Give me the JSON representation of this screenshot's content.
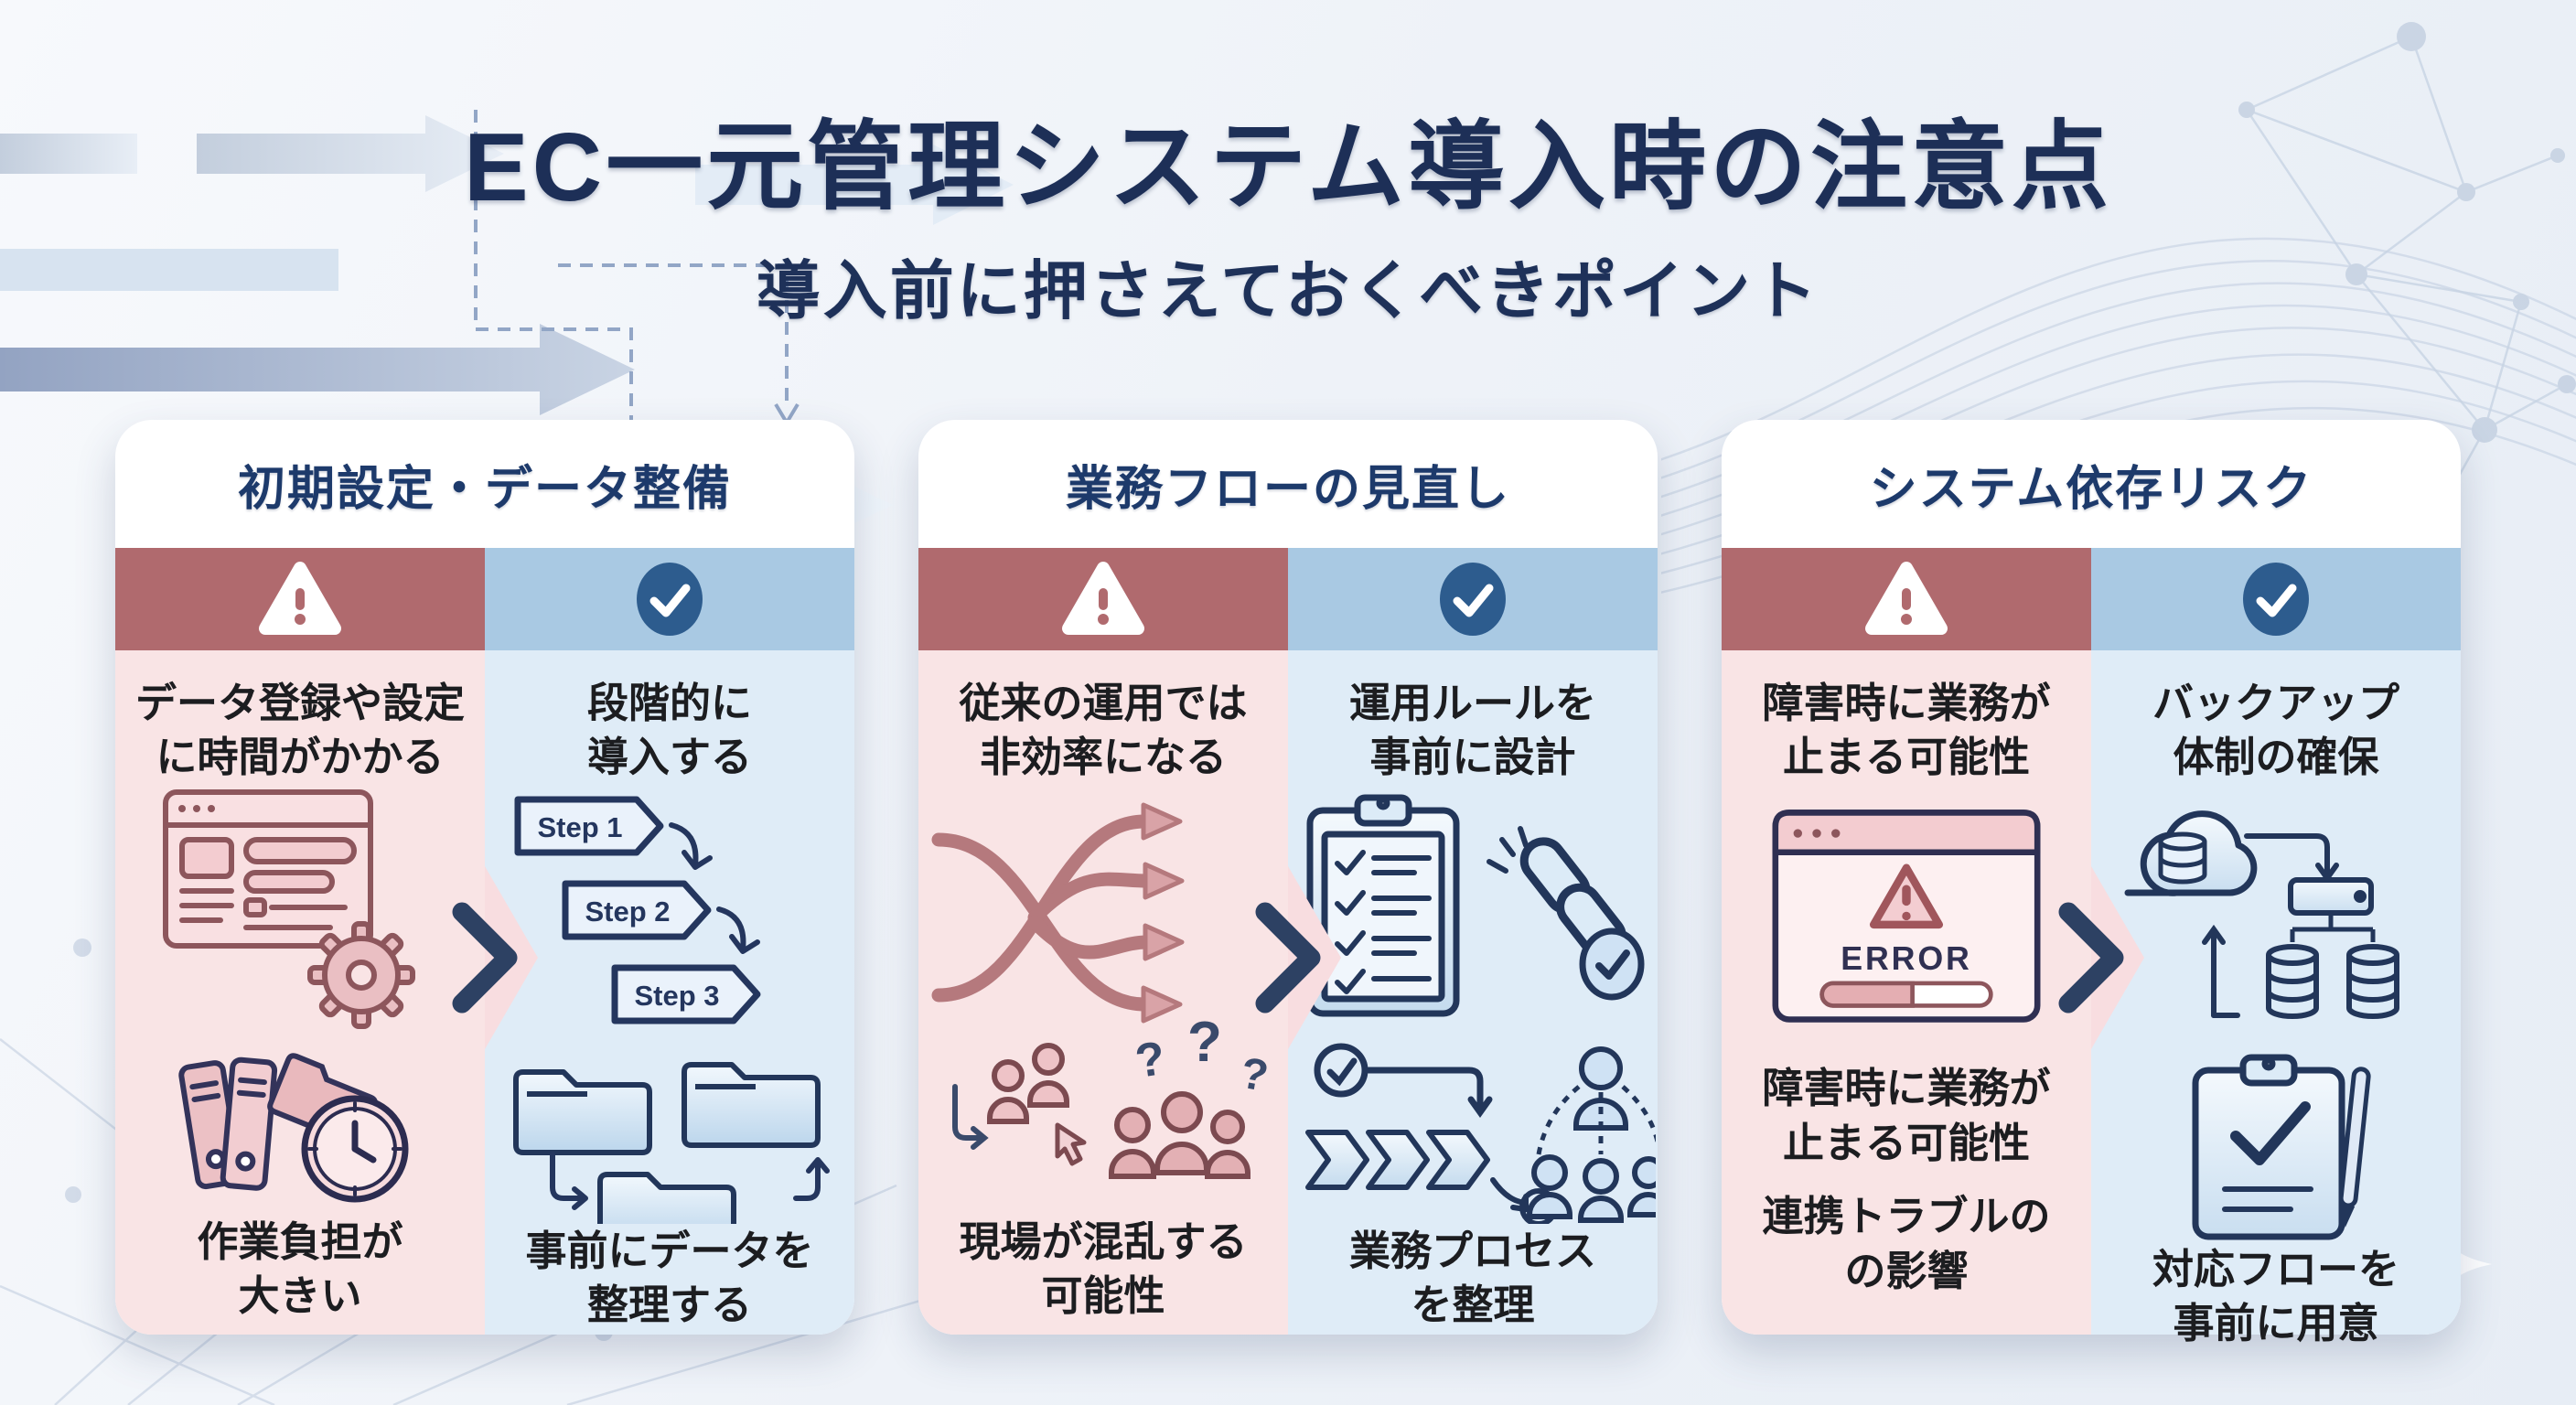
{
  "page": {
    "title": "EC一元管理システム導入時の注意点",
    "subtitle": "導入前に押さえておくべきポイント"
  },
  "labels": {
    "step1": "Step 1",
    "step2": "Step 2",
    "step3": "Step 3",
    "error": "ERROR"
  },
  "cards": [
    {
      "header": "初期設定・データ整備",
      "left": {
        "top": "データ登録や設定\nに時間がかかる",
        "bottom": "作業負担が\n大きい"
      },
      "right": {
        "top": "段階的に\n導入する",
        "bottom": "事前にデータを\n整理する"
      }
    },
    {
      "header": "業務フローの見直し",
      "left": {
        "top": "従来の運用では\n非効率になる",
        "bottom": "現場が混乱する\n可能性"
      },
      "right": {
        "top": "運用ルールを\n事前に設計",
        "bottom": "業務プロセス\nを整理"
      }
    },
    {
      "header": "システム依存リスク",
      "left": {
        "top": "障害時に業務が\n止まる可能性",
        "mid": "障害時に業務が\n止まる可能性",
        "bottom": "連携トラブルの\nの影響"
      },
      "right": {
        "top": "バックアップ\n体制の確保",
        "bottom": "対応フローを\n事前に用意"
      }
    }
  ],
  "colors": {
    "title_navy": "#1d2f57",
    "warning_band": "#b06a6e",
    "ok_band": "#a9c9e3",
    "pink_bg": "#f9e4e5",
    "blue_bg": "#dfecf7",
    "check_circle": "#2d5c8e"
  }
}
